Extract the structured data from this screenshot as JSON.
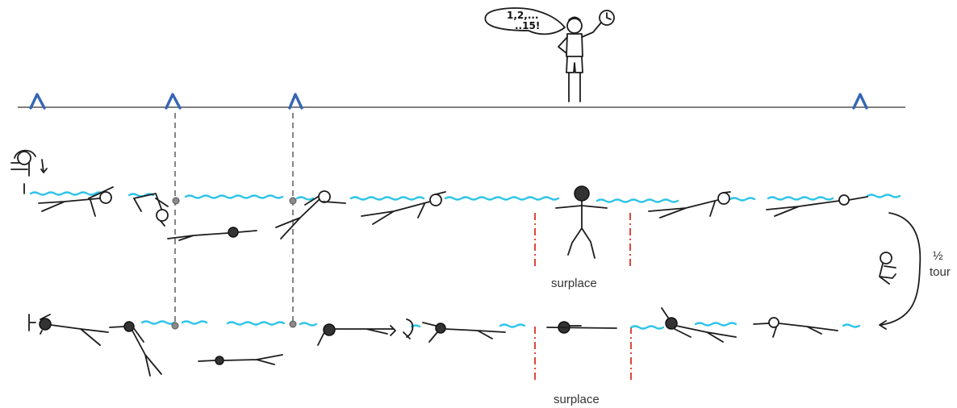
{
  "labels": {
    "surplace_top": "surplace",
    "surplace_bottom": "surplace",
    "half_turn_fraction": "½",
    "half_turn_word": "tour",
    "counting_line1": "1,2,...",
    "counting_line2": "..15!"
  },
  "colors": {
    "water": "#2ec4e8",
    "lane_marker": "#3566b3",
    "surplace_zone": "#e0463c",
    "ink": "#1d1d1d"
  },
  "icons": {
    "coach": "coach-with-stopwatch",
    "stopwatch": "stopwatch-icon",
    "dive": "dive-entry-figure",
    "turn": "half-turn-figure"
  }
}
